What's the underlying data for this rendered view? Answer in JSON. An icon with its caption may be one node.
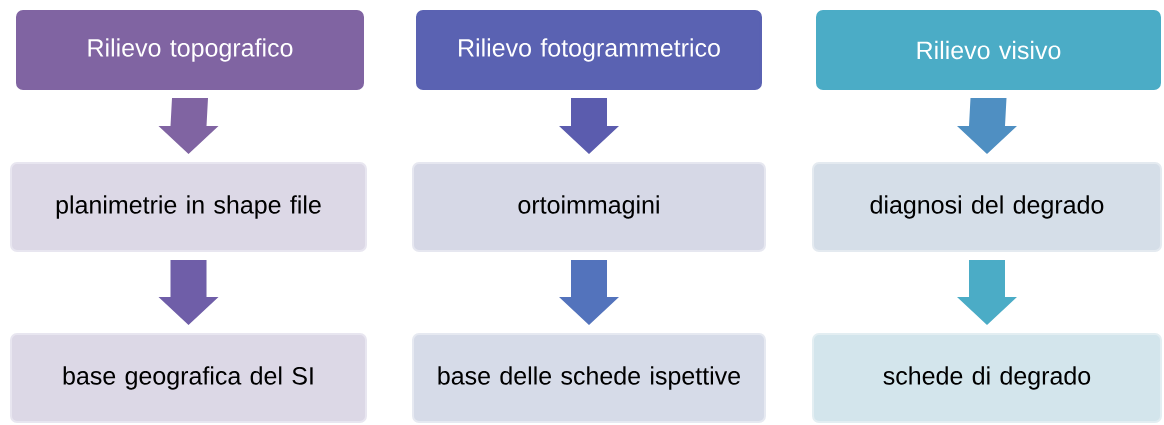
{
  "diagram": {
    "nodes": [
      {
        "text": [
          "Rilievo topografico"
        ]
      },
      {
        "text": [
          "Rilievo fotogrammetrico"
        ]
      },
      {
        "text": [
          "Rilievo visivo"
        ]
      },
      {
        "text": [
          "planimetrie in shape file"
        ]
      },
      {
        "text": [
          "ortoimmagini"
        ]
      },
      {
        "text": [
          "diagnosi del degrado"
        ]
      },
      {
        "text": [
          "base geografica del SI"
        ]
      },
      {
        "text": [
          "base delle schede ispettive"
        ]
      },
      {
        "text": [
          "schede di degrado"
        ]
      }
    ],
    "edges": [
      {
        "from": 0,
        "to": 3,
        "arrow": "to",
        "color": "#8064a2"
      },
      {
        "from": 3,
        "to": 6,
        "arrow": "to",
        "color": "#6f5ea8"
      },
      {
        "from": 1,
        "to": 4,
        "arrow": "to",
        "color": "#5b5cae"
      },
      {
        "from": 4,
        "to": 7,
        "arrow": "to",
        "color": "#5373bc"
      },
      {
        "from": 2,
        "to": 5,
        "arrow": "to",
        "color": "#4f8fc2"
      },
      {
        "from": 5,
        "to": 8,
        "arrow": "to",
        "color": "#4bacc6"
      }
    ]
  }
}
